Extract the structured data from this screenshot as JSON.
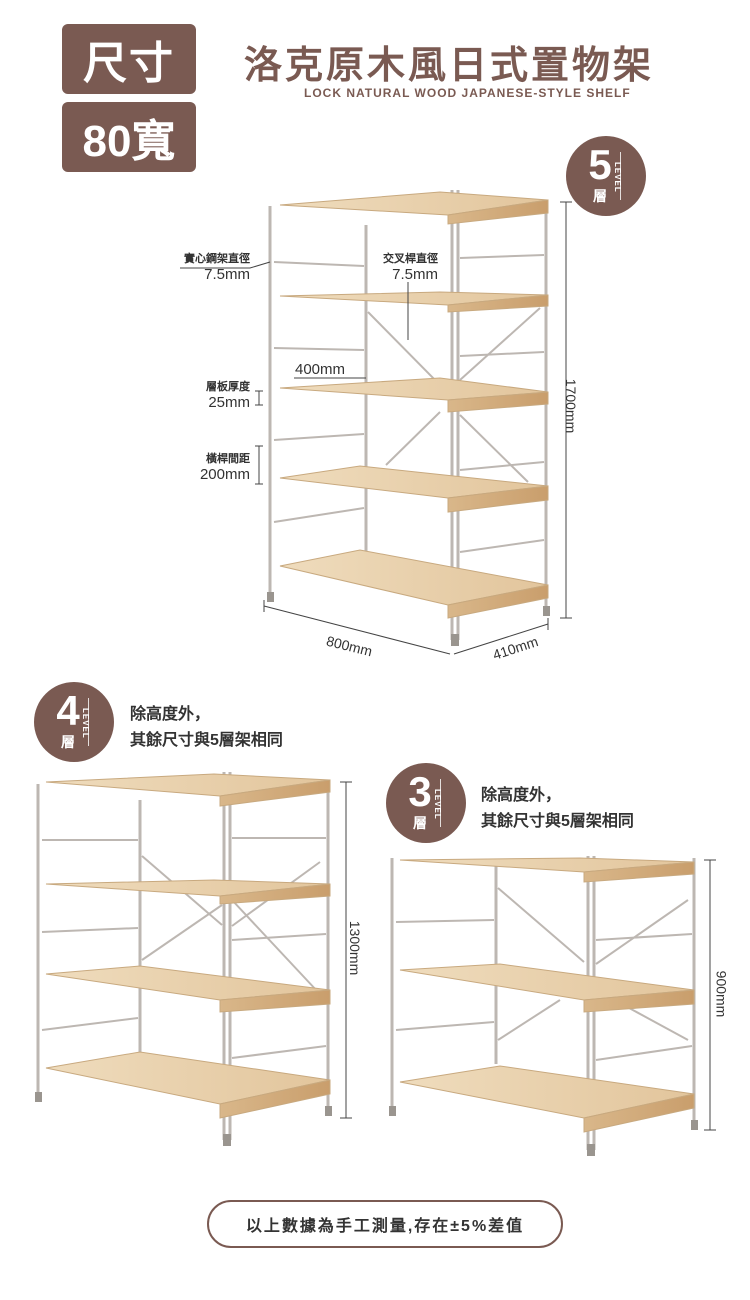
{
  "header": {
    "size_label": "尺寸",
    "width_label": "80寬",
    "title": "洛克原木風日式置物架",
    "subtitle": "LOCK NATURAL WOOD JAPANESE-STYLE SHELF"
  },
  "levels": {
    "five": {
      "num": "5",
      "layer": "層",
      "word": "LEVEL"
    },
    "four": {
      "num": "4",
      "layer": "層",
      "word": "LEVEL"
    },
    "three": {
      "num": "3",
      "layer": "層",
      "word": "LEVEL"
    }
  },
  "annotations": {
    "solid_rod_label": "實心鋼架直徑",
    "solid_rod_value": "7.5mm",
    "cross_rod_label": "交叉桿直徑",
    "cross_rod_value": "7.5mm",
    "shelf_depth_gap": "400mm",
    "board_thickness_label": "層板厚度",
    "board_thickness_value": "25mm",
    "bar_spacing_label": "橫桿間距",
    "bar_spacing_value": "200mm",
    "height_5": "1700mm",
    "width": "800mm",
    "depth": "410mm",
    "height_4": "1300mm",
    "height_3": "900mm"
  },
  "notes": {
    "line1": "除高度外，",
    "line2": "其餘尺寸與5層架相同"
  },
  "footer": "以上數據為手工測量,存在±5%差值",
  "colors": {
    "brand": "#7a5a52",
    "wood": "#e8d2b0",
    "steel": "#c9c4c0"
  }
}
